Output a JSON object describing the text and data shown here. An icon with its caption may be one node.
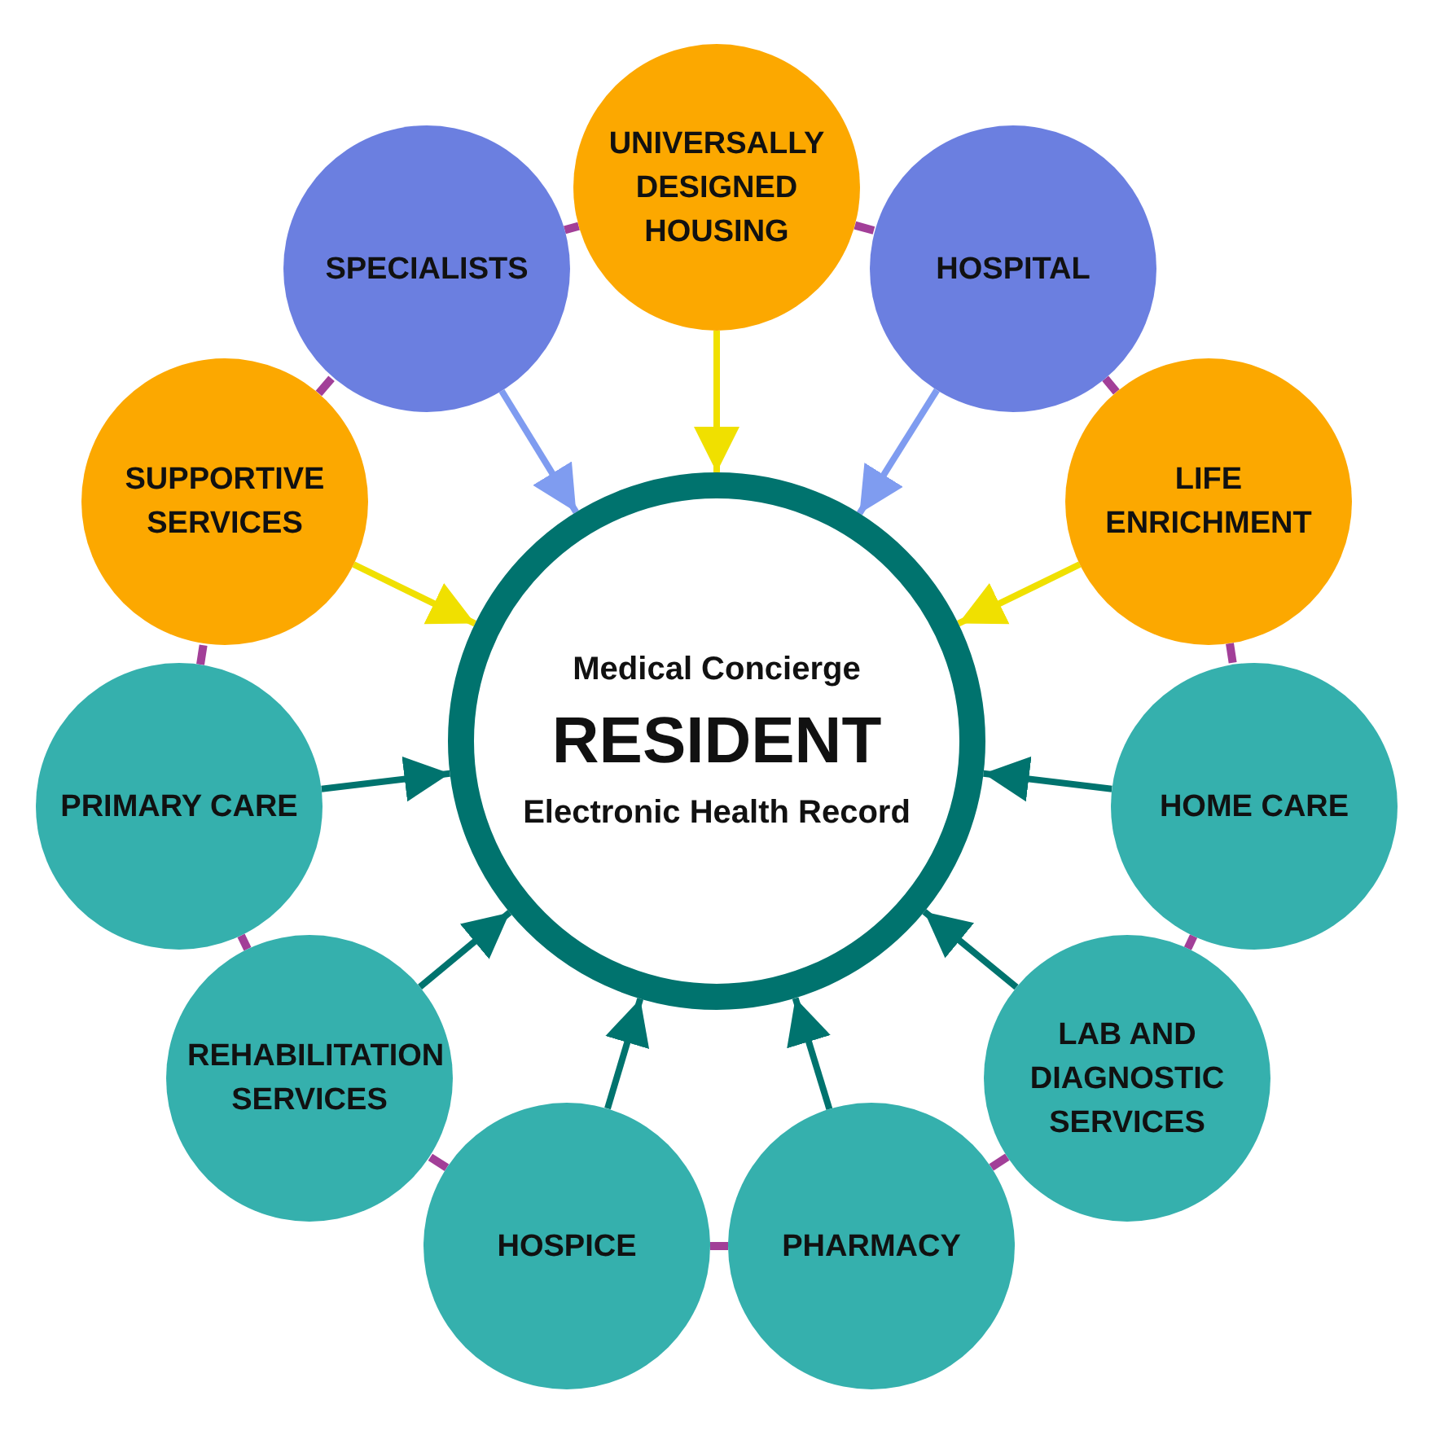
{
  "diagram": {
    "nodes": [
      {
        "text": [
          "UNIVERSALLY DESIGNED HOUSING"
        ]
      },
      {
        "text": [
          "HOSPITAL"
        ]
      },
      {
        "text": [
          "LIFE ENRICHMENT"
        ]
      },
      {
        "text": [
          "HOME CARE"
        ]
      },
      {
        "text": [
          "LAB AND DIAGNOSTIC SERVICES"
        ]
      },
      {
        "text": [
          "PHARMACY"
        ]
      },
      {
        "text": [
          "HOSPICE"
        ]
      },
      {
        "text": [
          "REHABILITATION SERVICES"
        ]
      },
      {
        "text": [
          "PRIMARY CARE"
        ]
      },
      {
        "text": [
          "SUPPORTIVE SERVICES"
        ]
      },
      {
        "text": [
          "SPECIALISTS"
        ]
      },
      {
        "text": [
          "Medical Concierge",
          "RESIDENT",
          "Electronic Health Record"
        ]
      }
    ],
    "edges": [
      {
        "from": 0,
        "to": 11,
        "arrow": "to",
        "color": "#f0e000"
      },
      {
        "from": 1,
        "to": 11,
        "arrow": "to",
        "color": "#7f9cf0"
      },
      {
        "from": 2,
        "to": 11,
        "arrow": "to",
        "color": "#f0e000"
      },
      {
        "from": 3,
        "to": 11,
        "arrow": "to",
        "color": "#00736e"
      },
      {
        "from": 4,
        "to": 11,
        "arrow": "to",
        "color": "#00736e"
      },
      {
        "from": 5,
        "to": 11,
        "arrow": "to",
        "color": "#00736e"
      },
      {
        "from": 6,
        "to": 11,
        "arrow": "to",
        "color": "#00736e"
      },
      {
        "from": 7,
        "to": 11,
        "arrow": "to",
        "color": "#00736e"
      },
      {
        "from": 8,
        "to": 11,
        "arrow": "to",
        "color": "#00736e"
      },
      {
        "from": 9,
        "to": 11,
        "arrow": "to",
        "color": "#f0e000"
      },
      {
        "from": 10,
        "to": 11,
        "arrow": "to",
        "color": "#7f9cf0"
      },
      {
        "from": 0,
        "to": 1,
        "arrow": "none",
        "style": "dashed",
        "color": "#a23f98"
      },
      {
        "from": 1,
        "to": 2,
        "arrow": "none",
        "style": "dashed",
        "color": "#a23f98"
      },
      {
        "from": 2,
        "to": 3,
        "arrow": "none",
        "style": "dashed",
        "color": "#a23f98"
      },
      {
        "from": 3,
        "to": 4,
        "arrow": "none",
        "style": "dashed",
        "color": "#a23f98"
      },
      {
        "from": 4,
        "to": 5,
        "arrow": "none",
        "style": "dashed",
        "color": "#a23f98"
      },
      {
        "from": 5,
        "to": 6,
        "arrow": "none",
        "style": "dashed",
        "color": "#a23f98"
      },
      {
        "from": 6,
        "to": 7,
        "arrow": "none",
        "style": "dashed",
        "color": "#a23f98"
      },
      {
        "from": 7,
        "to": 8,
        "arrow": "none",
        "style": "dashed",
        "color": "#a23f98"
      },
      {
        "from": 8,
        "to": 9,
        "arrow": "none",
        "style": "dashed",
        "color": "#a23f98"
      },
      {
        "from": 9,
        "to": 10,
        "arrow": "none",
        "style": "dashed",
        "color": "#a23f98"
      },
      {
        "from": 10,
        "to": 0,
        "arrow": "none",
        "style": "dashed",
        "color": "#a23f98"
      }
    ]
  }
}
